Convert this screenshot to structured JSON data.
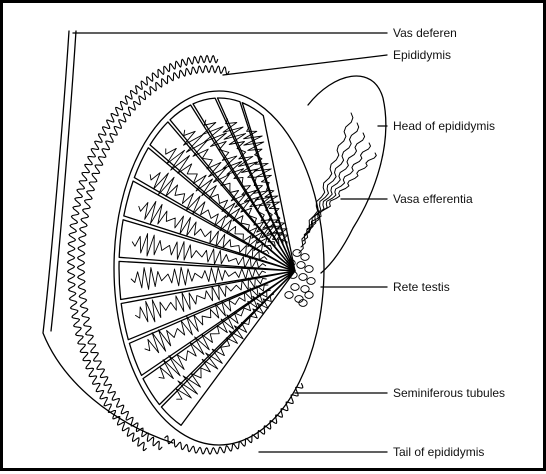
{
  "figure": {
    "labels": [
      {
        "id": "vas-deferens",
        "text": "Vas deferen"
      },
      {
        "id": "epididymis",
        "text": "Epididymis"
      },
      {
        "id": "head-of-epididymis",
        "text": "Head of epididymis"
      },
      {
        "id": "vasa-efferentia",
        "text": "Vasa efferentia"
      },
      {
        "id": "rete-testis",
        "text": "Rete testis"
      },
      {
        "id": "seminiferous-tubules",
        "text": "Seminiferous tubules"
      },
      {
        "id": "tail-of-epididymis",
        "text": "Tail of epididymis"
      }
    ]
  }
}
